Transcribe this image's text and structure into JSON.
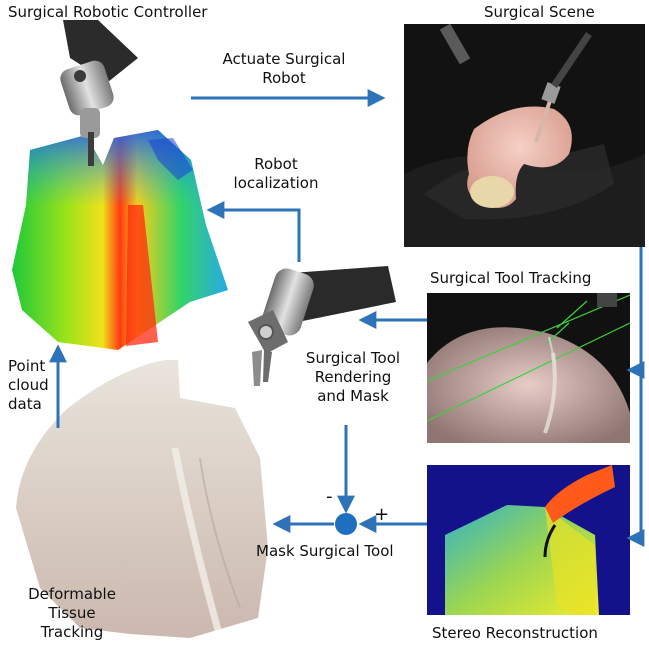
{
  "labels": {
    "controller": "Surgical Robotic Controller",
    "scene": "Surgical Scene",
    "actuate_line1": "Actuate Surgical",
    "actuate_line2": "Robot",
    "localization_line1": "Robot",
    "localization_line2": "localization",
    "tool_tracking": "Surgical Tool Tracking",
    "rendering_line1": "Surgical Tool",
    "rendering_line2": "Rendering",
    "rendering_line3": "and Mask",
    "point_line1": "Point",
    "point_line2": "cloud",
    "point_line3": "data",
    "mask_tool": "Mask Surgical Tool",
    "minus": "-",
    "plus": "+",
    "deformable_line1": "Deformable",
    "deformable_line2": "Tissue",
    "deformable_line3": "Tracking",
    "stereo": "Stereo Reconstruction"
  },
  "colors": {
    "arrow": "#2e72b8",
    "node": "#1f6fc0",
    "scene_bg": "#121212",
    "depth_bg": "#13128a",
    "tracking_line": "#3cd13c"
  }
}
